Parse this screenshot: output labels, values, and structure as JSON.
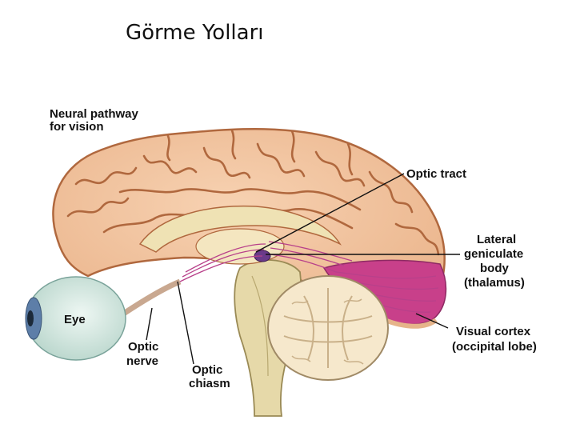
{
  "slide": {
    "title": "Görme Yolları"
  },
  "figure": {
    "heading": [
      "Neural pathway",
      "for vision"
    ],
    "labels": {
      "optic_tract": "Optic tract",
      "lgn": [
        "Lateral",
        "geniculate",
        "body",
        "(thalamus)"
      ],
      "eye": "Eye",
      "visual_cortex": [
        "Visual cortex",
        "(occipital lobe)"
      ],
      "optic_nerve": [
        "Optic",
        "nerve"
      ],
      "optic_chiasm": [
        "Optic",
        "chiasm"
      ]
    },
    "colors": {
      "cortex": "#f2c29c",
      "gyrus_line": "#b0683e",
      "brainstem": "#e6d9a9",
      "cerebellum": "#f6e8cc",
      "visual_cortex": "#c8408a",
      "eye": "#d9ece6",
      "pathway": "#b8408a"
    }
  }
}
